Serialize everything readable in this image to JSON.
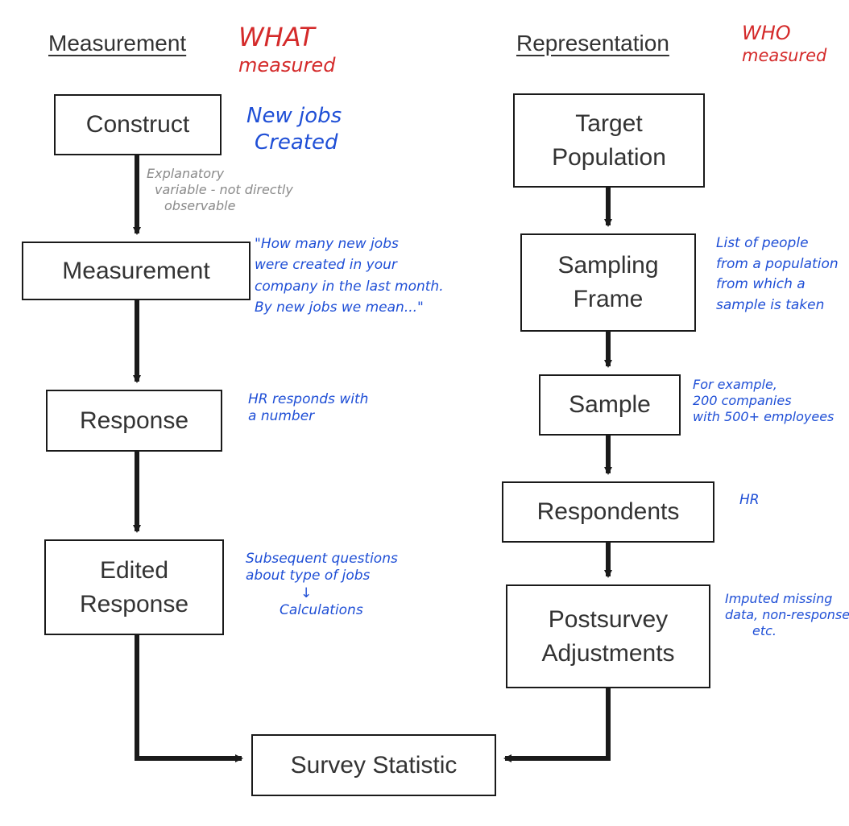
{
  "headings": {
    "left": "Measurement",
    "right": "Representation"
  },
  "measurement_flow": {
    "construct": "Construct",
    "measurement": "Measurement",
    "response": "Response",
    "edited_response": [
      "Edited",
      "Response"
    ]
  },
  "representation_flow": {
    "target_population": [
      "Target",
      "Population"
    ],
    "sampling_frame": [
      "Sampling",
      "Frame"
    ],
    "sample": "Sample",
    "respondents": "Respondents",
    "postsurvey_adjustments": [
      "Postsurvey",
      "Adjustments"
    ]
  },
  "result": {
    "survey_statistic": "Survey Statistic"
  },
  "annotations": {
    "what_measured": [
      "WHAT",
      "measured"
    ],
    "who_measured": [
      "WHO",
      "measured"
    ],
    "construct_note": [
      "New jobs",
      "Created"
    ],
    "explanatory_note": [
      "Explanatory",
      "variable - not directly",
      "observable"
    ],
    "measurement_note": [
      "\"How many new jobs",
      "were created in your",
      "company in the last month.",
      "By new jobs we mean...\""
    ],
    "response_note": [
      "HR responds with",
      "a number"
    ],
    "edited_note": [
      "Subsequent questions",
      "about type of jobs",
      "↓",
      "Calculations"
    ],
    "sampling_frame_note": [
      "List of people",
      "from a population",
      "from which a",
      "sample is taken"
    ],
    "sample_note": [
      "For example,",
      "200 companies",
      "with 500+ employees"
    ],
    "respondents_note": "HR",
    "postsurvey_note": [
      "Imputed missing",
      "data, non-response",
      "etc."
    ]
  },
  "colors": {
    "ink": "#1a1a1a",
    "text": "#333333",
    "blue_note": "#1f4fd6",
    "red_note": "#d42a2a",
    "gray_note": "#8a8a8a"
  }
}
